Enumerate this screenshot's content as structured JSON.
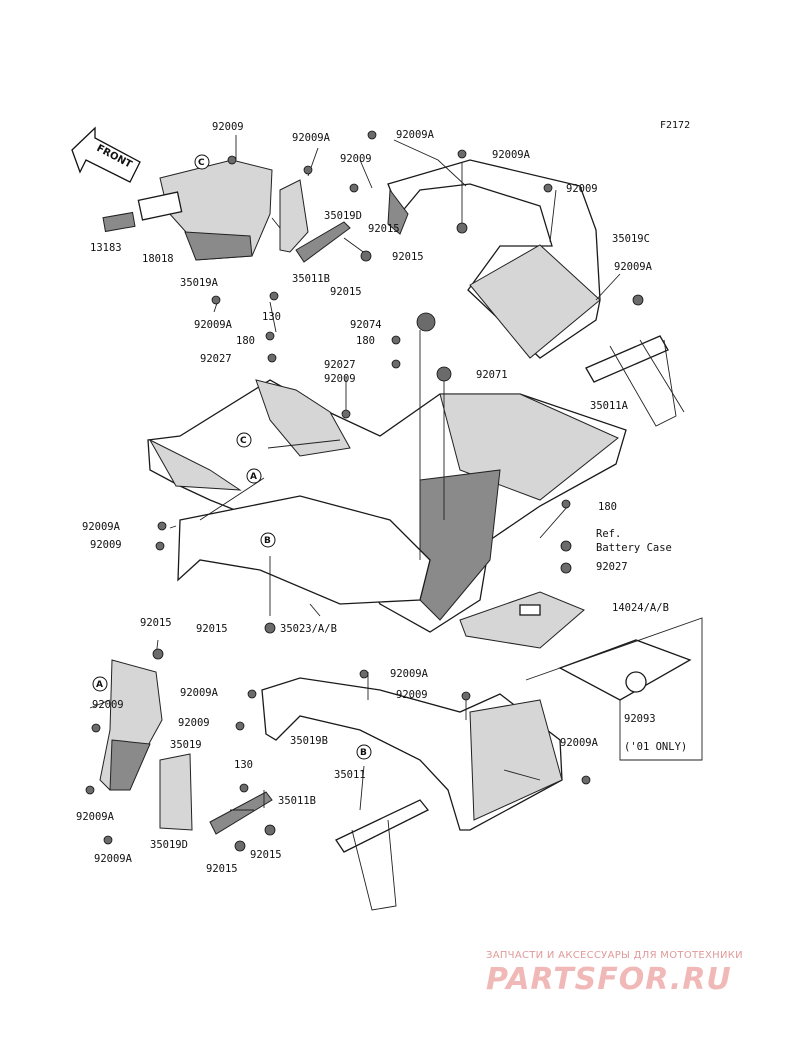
{
  "figure_code": "F2172",
  "front_arrow_label": "FRONT",
  "watermark": {
    "subtitle": "ЗАПЧАСТИ И АКСЕССУАРЫ ДЛЯ МОТОТЕХНИКИ",
    "brand": "PARTSFOR.RU",
    "color": "#f1b8b8"
  },
  "reference_circles": [
    "C",
    "C",
    "A",
    "B",
    "A",
    "B"
  ],
  "part_labels": [
    "92009",
    "92009A",
    "92009A",
    "92009",
    "92009A",
    "92009",
    "13183",
    "18018",
    "35019D",
    "35019C",
    "35011B",
    "92015",
    "92015",
    "92015",
    "35019A",
    "92009A",
    "130",
    "92009A",
    "180",
    "92074",
    "180",
    "92027",
    "92027",
    "92071",
    "92009",
    "35011A",
    "180",
    "92009A",
    "Ref.",
    "Battery Case",
    "92009",
    "92027",
    "92015",
    "35023/A/B",
    "14024/A/B",
    "92015",
    "92009A",
    "92009A",
    "92009",
    "92009",
    "92093",
    "92009",
    "35019",
    "35019B",
    "92009A",
    "130",
    "35011",
    "('01 ONLY)",
    "35011B",
    "92009A",
    "92015",
    "35019D",
    "92015",
    "92009A"
  ]
}
